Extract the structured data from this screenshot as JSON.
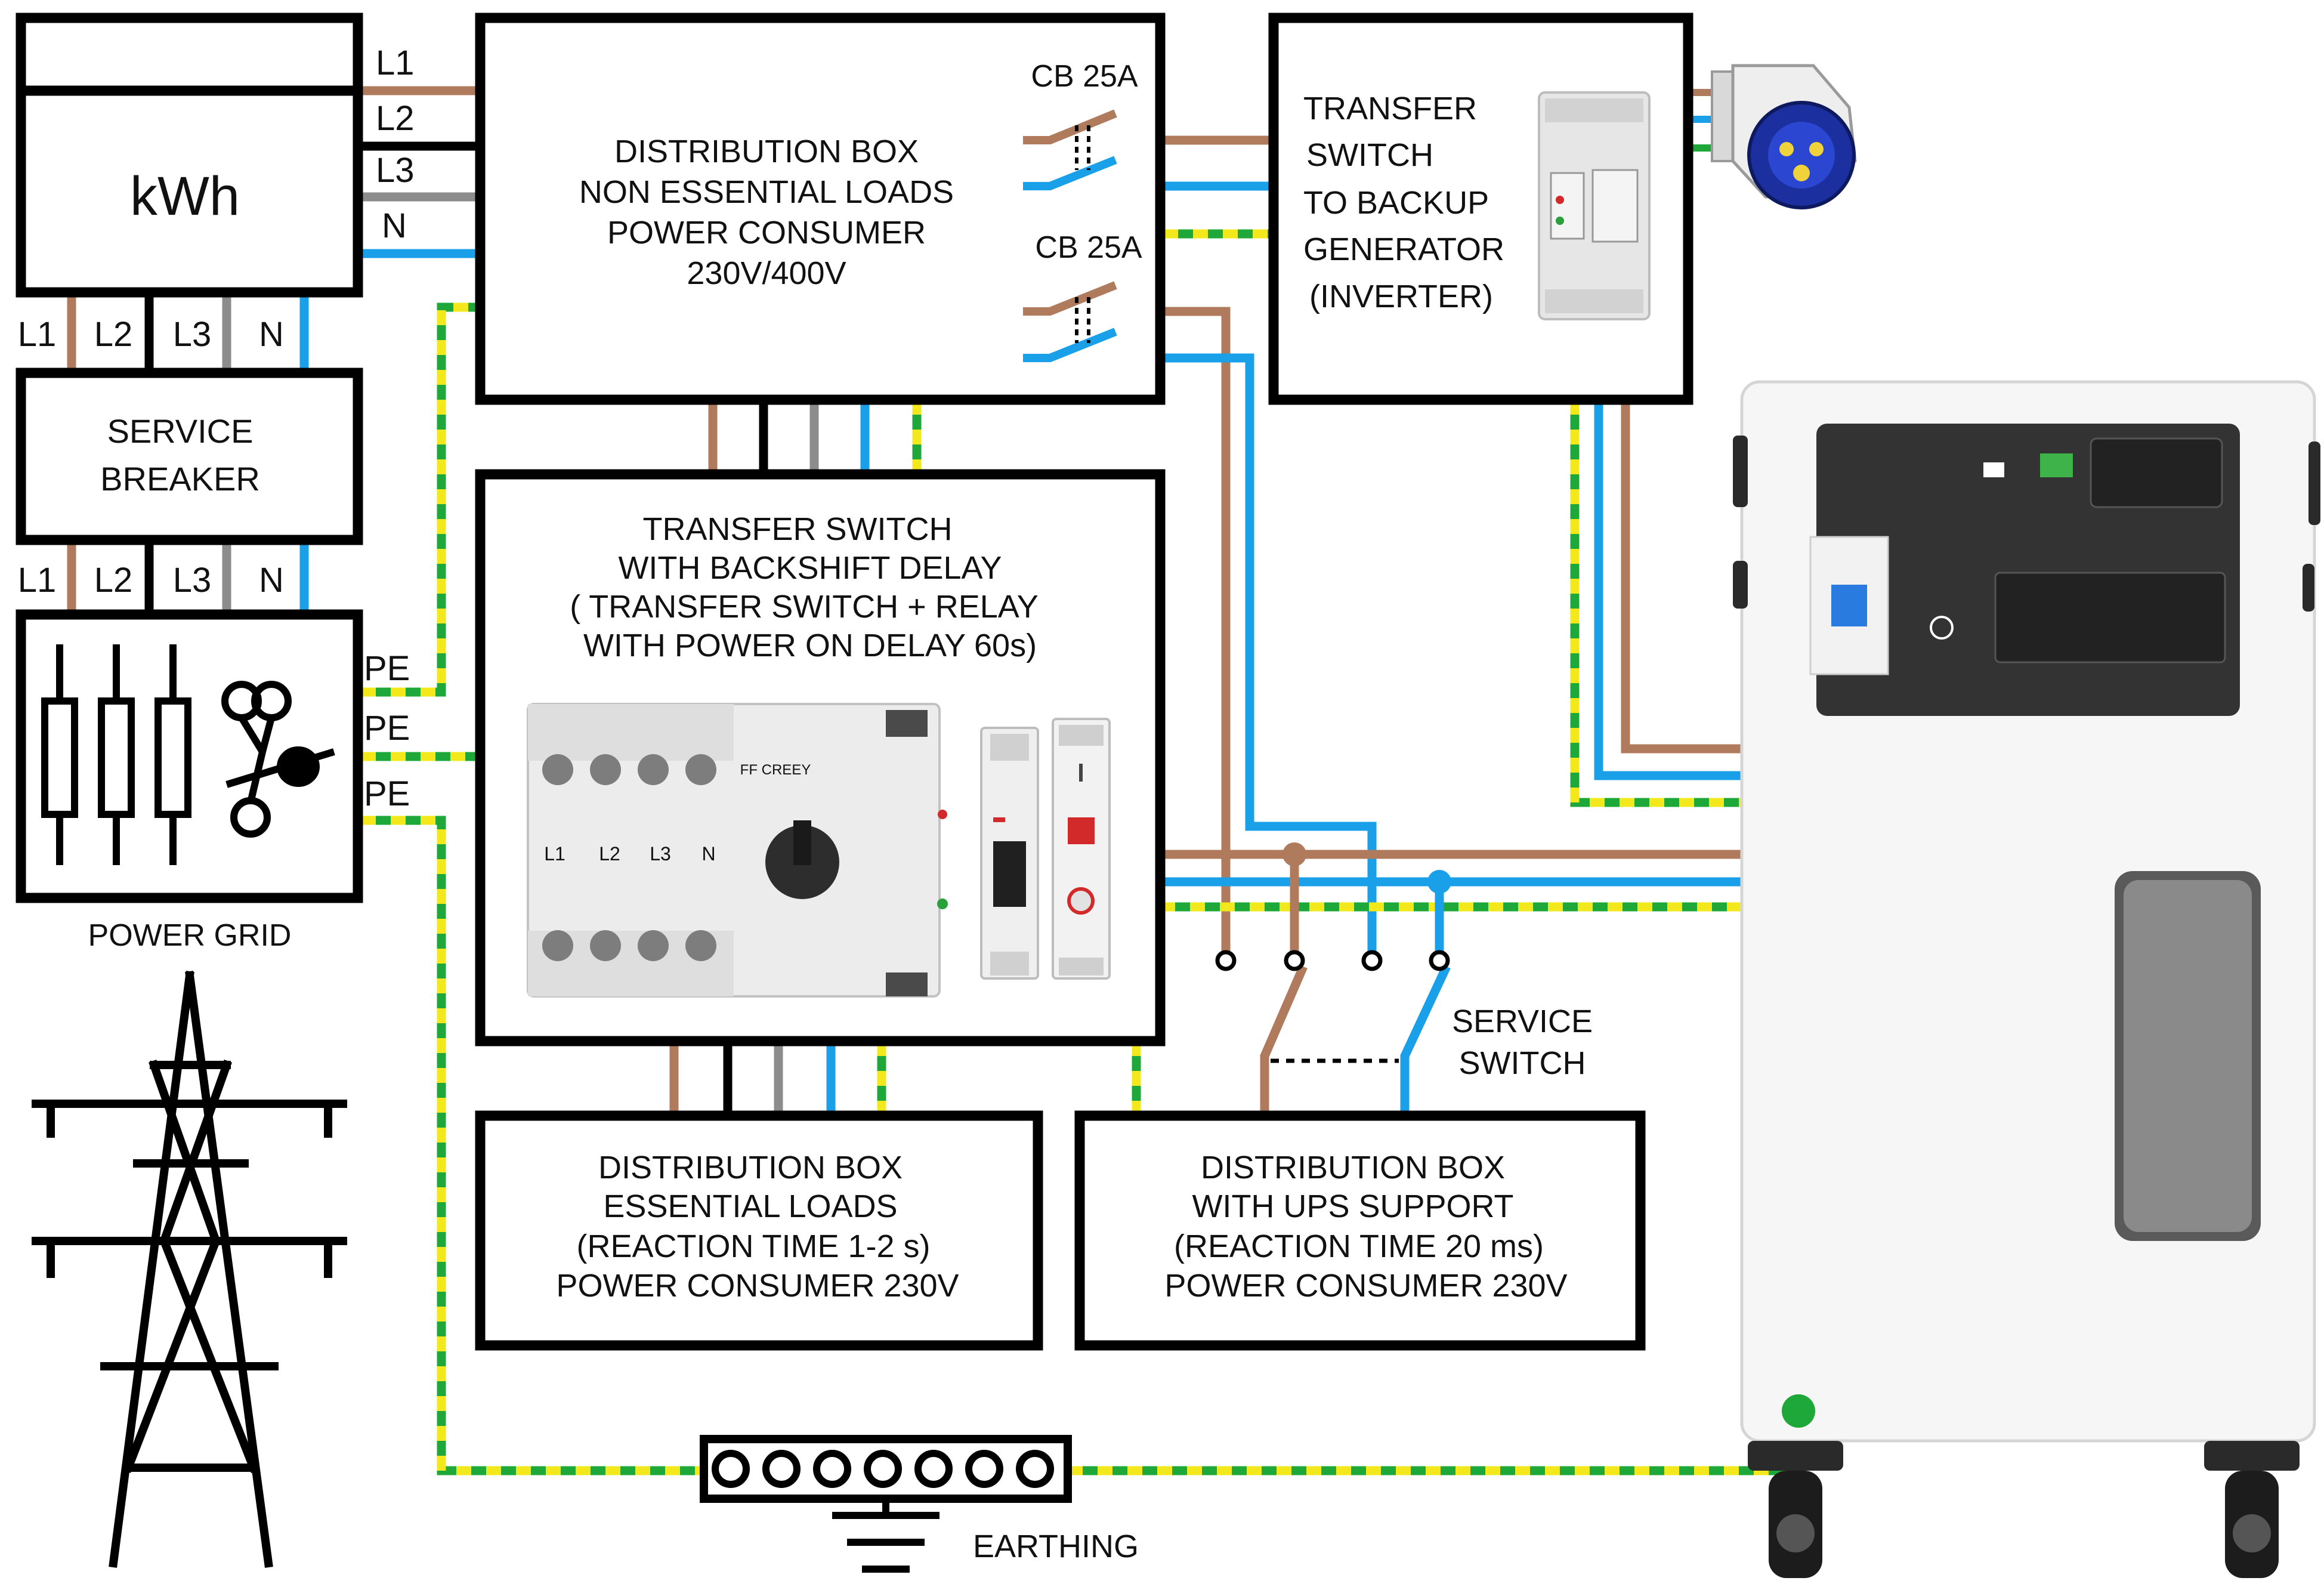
{
  "colors": {
    "brown": "#b07a5c",
    "blue": "#1aa0e8",
    "grey": "#8c8c8c",
    "black": "#000000",
    "earth_green": "#1fa83a",
    "earth_yellow": "#f2e81c"
  },
  "meter": {
    "label": "kWh",
    "top_lines": [
      "L1",
      "L2",
      "L3",
      "N"
    ],
    "bottom_terminals": [
      "L1",
      "L2",
      "L3",
      "N"
    ]
  },
  "service_breaker": {
    "line1": "SERVICE",
    "line2": "BREAKER",
    "bottom_terminals": [
      "L1",
      "L2",
      "L3",
      "N"
    ]
  },
  "power_grid": {
    "pe_labels": [
      "PE",
      "PE",
      "PE"
    ],
    "label": "POWER GRID"
  },
  "non_essential_box": {
    "lines": [
      "DISTRIBUTION BOX",
      "NON ESSENTIAL LOADS",
      "POWER CONSUMER",
      "230V/400V"
    ],
    "cb_labels": [
      "CB 25A",
      "CB 25A"
    ]
  },
  "transfer_switch_backup": {
    "lines": [
      "TRANSFER",
      "SWITCH",
      "TO BACKUP",
      "GENERATOR",
      "(INVERTER)"
    ]
  },
  "main_transfer_switch": {
    "lines": [
      "TRANSFER SWITCH",
      "WITH BACKSHIFT DELAY",
      "( TRANSFER SWITCH + RELAY",
      "WITH  POWER ON DELAY 60s)"
    ],
    "device_terminals": [
      "L1",
      "L2",
      "L3",
      "N"
    ],
    "device_brand": "FF CREEY"
  },
  "essential_box": {
    "lines": [
      "DISTRIBUTION BOX",
      "ESSENTIAL LOADS",
      "(REACTION TIME  1-2 s)",
      "POWER CONSUMER  230V"
    ]
  },
  "ups_box": {
    "lines": [
      "DISTRIBUTION BOX",
      "WITH UPS SUPPORT",
      "(REACTION TIME  20 ms)",
      "POWER CONSUMER  230V"
    ]
  },
  "service_switch": {
    "line1": "SERVICE",
    "line2": "SWITCH"
  },
  "earthing": {
    "label": "EARTHING"
  }
}
